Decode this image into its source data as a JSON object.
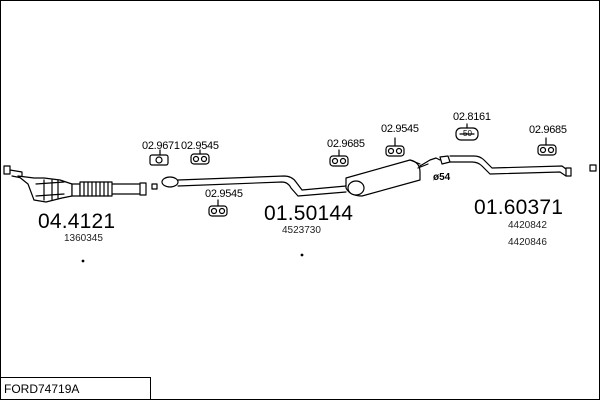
{
  "footer": {
    "code": "FORD74719A"
  },
  "groups": {
    "catalyst": {
      "number": "04.4121",
      "refs": [
        "1360345"
      ]
    },
    "middle": {
      "number": "01.50144",
      "refs": [
        "4523730"
      ]
    },
    "rear": {
      "number": "01.60371",
      "refs": [
        "4420842",
        "4420846"
      ]
    }
  },
  "parts": {
    "p1": "02.9671",
    "p2": "02.9545",
    "p3": "02.9545",
    "p4": "02.9685",
    "p5": "02.9545",
    "p6": "02.8161",
    "p7": "02.9685"
  },
  "pipe_diameter": "ø54",
  "clamp_size": "50"
}
